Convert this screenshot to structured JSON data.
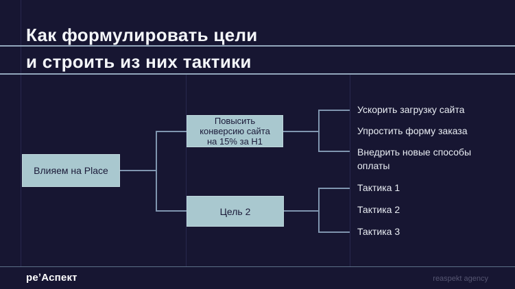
{
  "slide": {
    "title": {
      "line1": "Как формулировать цели",
      "line2": "и строить из них тактики"
    },
    "diagram": {
      "root": {
        "label": "Влияем на Place"
      },
      "goals": [
        {
          "label": "Повысить\nконверсию сайта\nна 15% за H1",
          "tactics": [
            "Ускорить загрузку сайта",
            "Упростить форму заказа",
            "Внедрить новые способы\nоплаты"
          ]
        },
        {
          "label": "Цель 2",
          "tactics": [
            "Тактика 1",
            "Тактика 2",
            "Тактика 3"
          ]
        }
      ]
    },
    "footer": {
      "logo": "реʼАспект",
      "agency": "reaspekt agency"
    },
    "colors": {
      "background": "#171632",
      "box_fill": "#a9c8cf",
      "box_text": "#1a1a38",
      "horizontal_rule": "#93a8bd",
      "grid_line": "#28284e",
      "connector": "#8096b0",
      "title_text": "#f4f6f9",
      "leaf_text": "#e9edf3",
      "agency_text": "#565672"
    }
  }
}
